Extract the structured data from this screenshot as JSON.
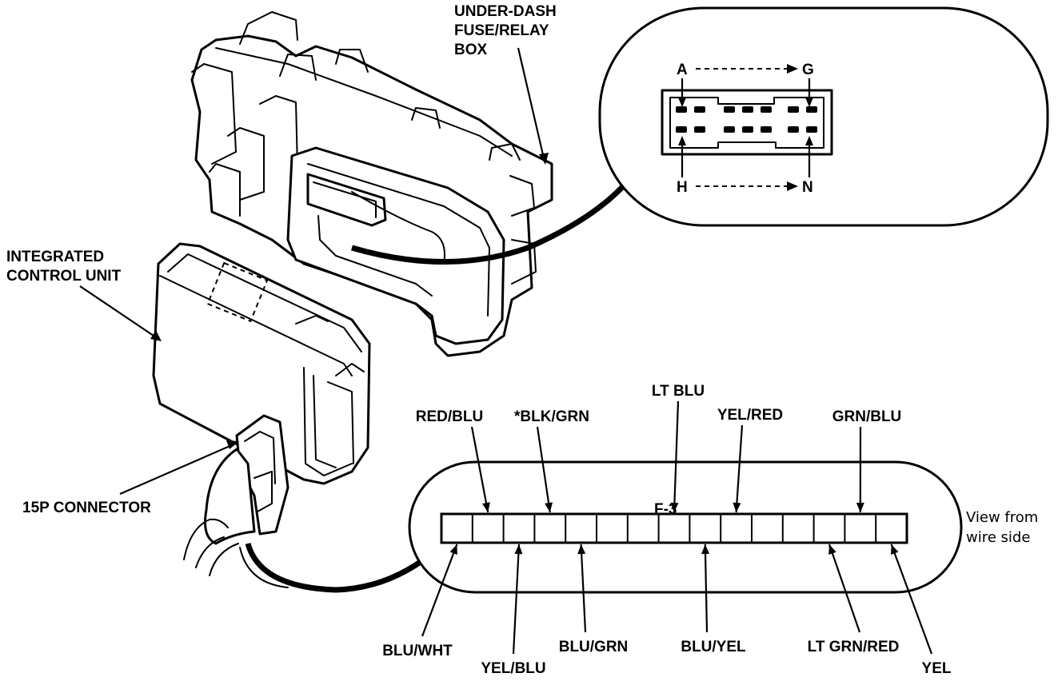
{
  "labels": {
    "fuse_box": [
      "UNDER-DASH",
      "FUSE/RELAY",
      "BOX"
    ],
    "control_unit": [
      "INTEGRATED",
      "CONTROL UNIT"
    ],
    "connector": "15P CONNECTOR",
    "view_note": [
      "View from",
      "wire side"
    ],
    "connector_mark": "F-3"
  },
  "fuse_connector_pins": {
    "top_left": "A",
    "top_right": "G",
    "bottom_left": "H",
    "bottom_right": "N"
  },
  "wires_top": [
    {
      "label": "RED/BLU",
      "pin": 2
    },
    {
      "label": "*BLK/GRN",
      "pin": 4
    },
    {
      "label": "LT BLU",
      "pin": 8
    },
    {
      "label": "YEL/RED",
      "pin": 10
    },
    {
      "label": "GRN/BLU",
      "pin": 14
    }
  ],
  "wires_bottom": [
    {
      "label": "BLU/WHT",
      "pin": 1
    },
    {
      "label": "YEL/BLU",
      "pin": 3
    },
    {
      "label": "BLU/GRN",
      "pin": 5
    },
    {
      "label": "BLU/YEL",
      "pin": 9
    },
    {
      "label": "LT GRN/RED",
      "pin": 13
    },
    {
      "label": "YEL",
      "pin": 15
    }
  ],
  "pin_count": 15
}
